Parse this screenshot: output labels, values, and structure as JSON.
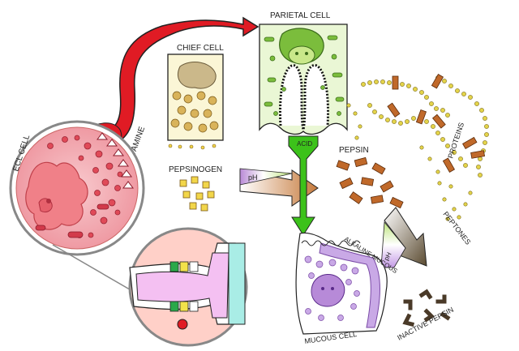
{
  "labels": {
    "parietal_cell": "PARIETAL CELL",
    "chief_cell": "CHIEF CELL",
    "ecl_cell": "ECL CELL",
    "histamine": "HISTAMINE",
    "acid": "ACID",
    "pepsinogen": "PEPSINOGEN",
    "ph_upper": "pH",
    "ph_lower": "pH",
    "pepsin": "PEPSIN",
    "proteins": "PROTEINS",
    "peptones": "PEPTONES",
    "alkaline_mucous": "ALKALINE MUCOUS",
    "mucous_cell": "MUCOUS CELL",
    "inactive_pepsin": "INACTIVE PEPSIN"
  },
  "colors": {
    "histamine_arrow": "#e01b24",
    "acid_arrow": "#3cc21a",
    "ecl_cell": "#f4b3b8",
    "ecl_nucleus": "#e86a74",
    "parietal_cell": "#eaf7d5",
    "parietal_nucleus": "#7bbd3c",
    "chief_cell": "#fbf6d6",
    "pepsinogen_granule": "#f2d64a",
    "pepsin_block": "#c0692a",
    "protein_bead": "#e4d44a",
    "mucous_layer": "#c9a9e6",
    "inactive_pepsin": "#4a3a28",
    "gland_pink": "#f4c0f2"
  }
}
